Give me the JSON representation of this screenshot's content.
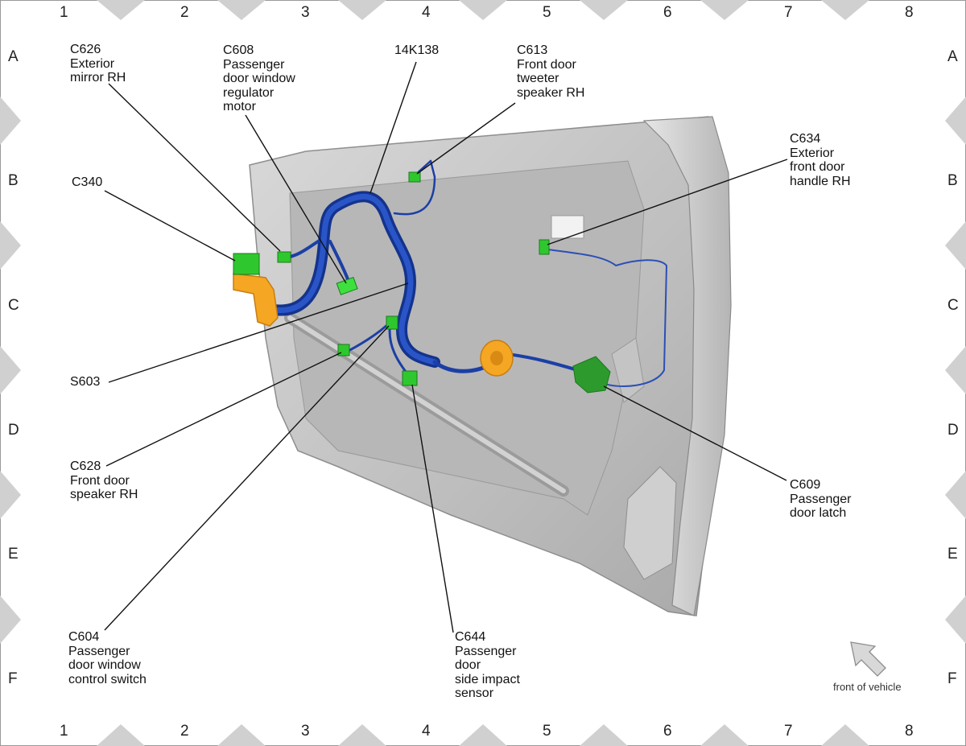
{
  "grid": {
    "columns": [
      "1",
      "2",
      "3",
      "4",
      "5",
      "6",
      "7",
      "8"
    ],
    "rows": [
      "A",
      "B",
      "C",
      "D",
      "E",
      "F"
    ]
  },
  "callouts": [
    {
      "id": "c626",
      "lines": [
        "C626",
        "Exterior",
        "mirror RH"
      ]
    },
    {
      "id": "c608",
      "lines": [
        "C608",
        "Passenger",
        "door window",
        "regulator",
        "motor"
      ]
    },
    {
      "id": "k14k138",
      "lines": [
        "14K138"
      ]
    },
    {
      "id": "c613",
      "lines": [
        "C613",
        "Front door",
        "tweeter",
        "speaker RH"
      ]
    },
    {
      "id": "c634",
      "lines": [
        "C634",
        "Exterior",
        "front door",
        "handle RH"
      ]
    },
    {
      "id": "c340",
      "lines": [
        "C340"
      ]
    },
    {
      "id": "s603",
      "lines": [
        "S603"
      ]
    },
    {
      "id": "c628",
      "lines": [
        "C628",
        "Front door",
        "speaker RH"
      ]
    },
    {
      "id": "c609",
      "lines": [
        "C609",
        "Passenger",
        "door latch"
      ]
    },
    {
      "id": "c604",
      "lines": [
        "C604",
        "Passenger",
        "door window",
        "control switch"
      ]
    },
    {
      "id": "c644",
      "lines": [
        "C644",
        "Passenger",
        "door",
        "side impact",
        "sensor"
      ]
    }
  ],
  "orientation": {
    "caption": "front of vehicle",
    "icon": "arrow-up-left-icon"
  },
  "colors": {
    "harness": "#1b3fa6",
    "connector": "#2ec82e",
    "grommet": "#f5a623",
    "panel": "#c8c8c8",
    "frame_marker": "#cfcfcf"
  }
}
